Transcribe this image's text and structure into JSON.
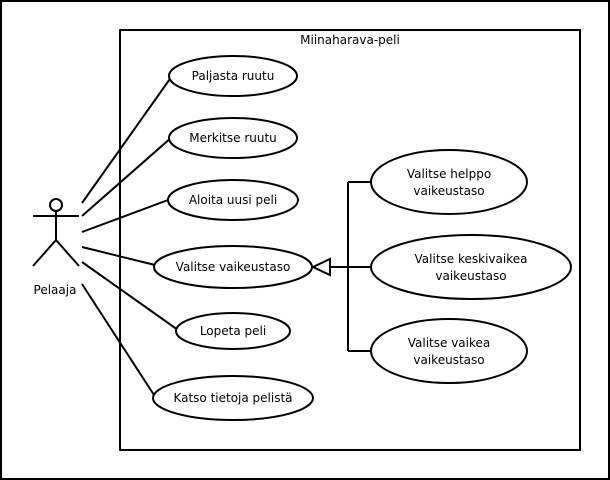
{
  "diagram": {
    "system_title": "Miinaharava-peli",
    "actor": {
      "label": "Pelaaja"
    },
    "use_cases": [
      {
        "id": "reveal",
        "label": "Paljasta ruutu"
      },
      {
        "id": "mark",
        "label": "Merkitse ruutu"
      },
      {
        "id": "new-game",
        "label": "Aloita uusi peli"
      },
      {
        "id": "choose-difficulty",
        "label": "Valitse vaikeustaso"
      },
      {
        "id": "quit",
        "label": "Lopeta peli"
      },
      {
        "id": "info",
        "label": "Katso tietoja pelistä"
      }
    ],
    "difficulty_cases": [
      {
        "id": "easy",
        "line1": "Valitse helppo",
        "line2": "vaikeustaso"
      },
      {
        "id": "medium",
        "line1": "Valitse keskivaikea",
        "line2": "vaikeustaso"
      },
      {
        "id": "hard",
        "line1": "Valitse vaikea",
        "line2": "vaikeustaso"
      }
    ]
  }
}
